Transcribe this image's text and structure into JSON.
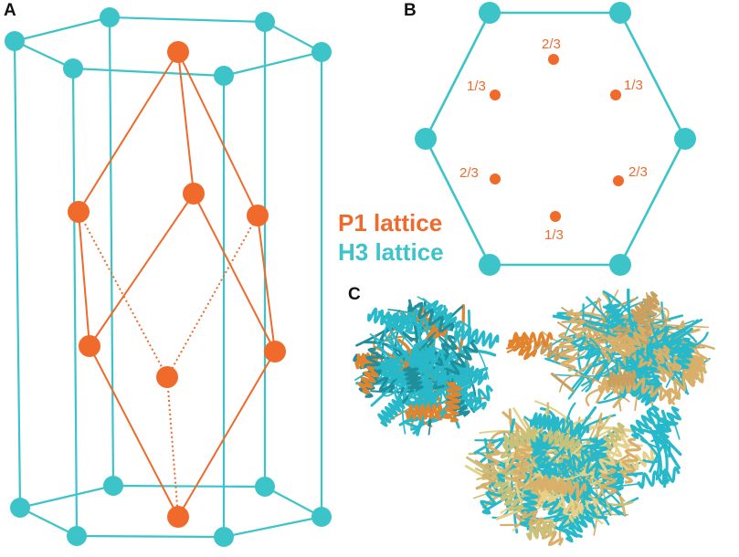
{
  "colors": {
    "p1": "#ef6a2b",
    "h3": "#3cc4c8",
    "ribbon_cyan": "#27b9c9",
    "ribbon_orange": "#e2832e",
    "ribbon_tan": "#d9b06a",
    "ribbon_khaki": "#c9c07a"
  },
  "panels": {
    "a": {
      "label": "A"
    },
    "b": {
      "label": "B"
    },
    "c": {
      "label": "C"
    }
  },
  "legend": {
    "p1": "P1 lattice",
    "h3": "H3 lattice"
  },
  "hexagon_b": {
    "fractions": [
      "2/3",
      "1/3",
      "1/3",
      "2/3",
      "2/3",
      "1/3"
    ]
  }
}
